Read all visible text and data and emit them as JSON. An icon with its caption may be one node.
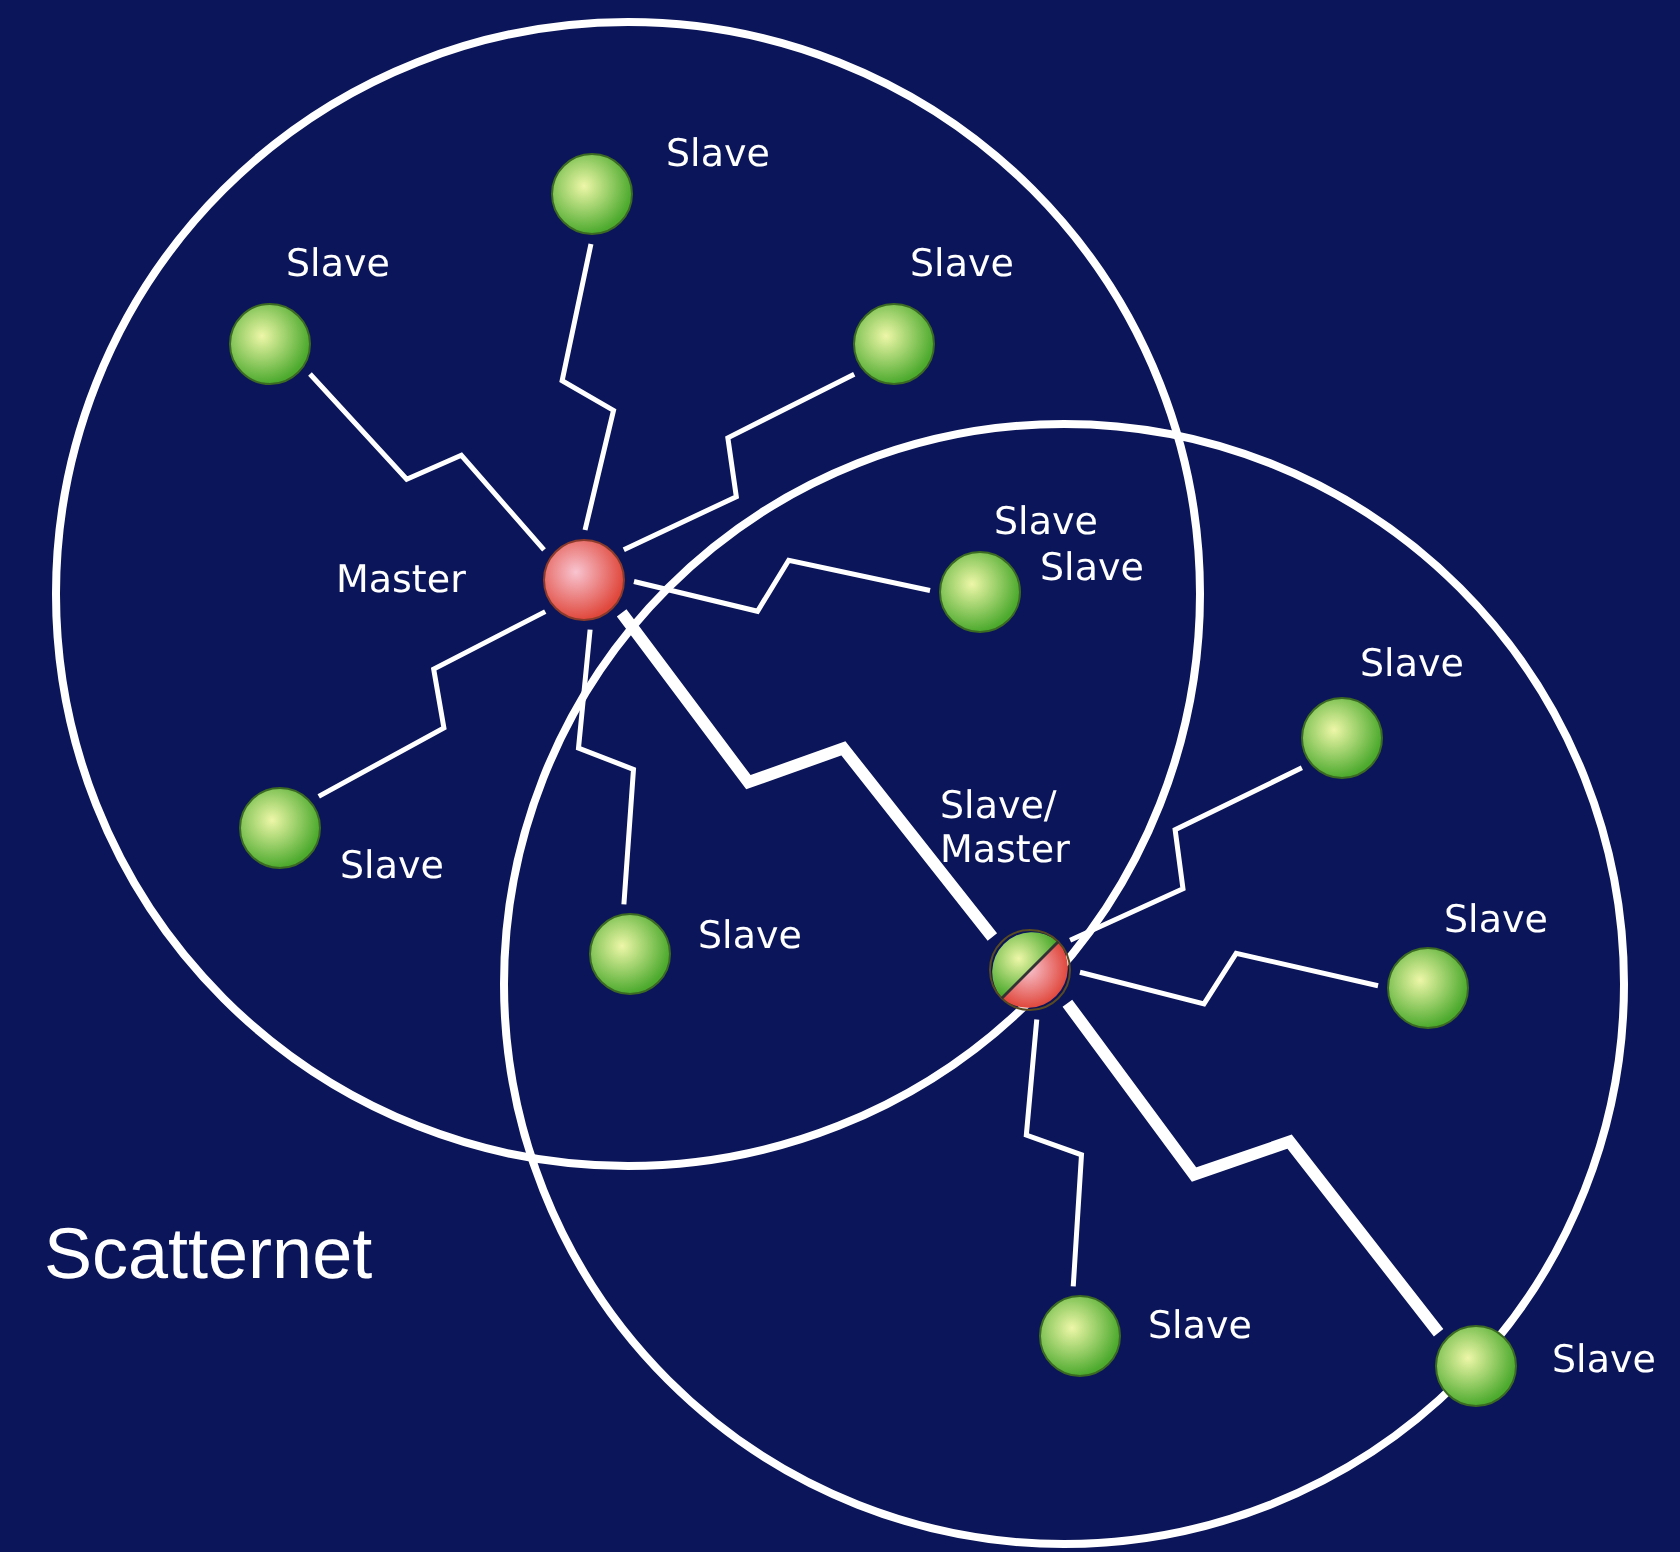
{
  "diagram": {
    "nodes": [
      {
        "text": [
          "Slave"
        ]
      },
      {
        "text": [
          "Slave"
        ]
      },
      {
        "text": [
          "Slave"
        ]
      },
      {
        "text": [
          "Master"
        ]
      },
      {
        "text": [
          "Slave",
          "Slave"
        ]
      },
      {
        "text": [
          "Slave"
        ]
      },
      {
        "text": [
          "Slave"
        ]
      },
      {
        "text": [
          "Slave"
        ]
      },
      {
        "text": [
          "Slave/ Master"
        ]
      },
      {
        "text": [
          "Slave"
        ]
      },
      {
        "text": [
          "Slave"
        ]
      },
      {
        "text": [
          "Slave"
        ]
      }
    ],
    "edges": [
      {
        "from": 3,
        "to": 0,
        "arrow": "none"
      },
      {
        "from": 3,
        "to": 1,
        "arrow": "none"
      },
      {
        "from": 3,
        "to": 2,
        "arrow": "none"
      },
      {
        "from": 3,
        "to": 4,
        "arrow": "none"
      },
      {
        "from": 3,
        "to": 6,
        "arrow": "none"
      },
      {
        "from": 3,
        "to": 7,
        "arrow": "none"
      },
      {
        "from": 3,
        "to": 8,
        "arrow": "none",
        "style": "thick"
      },
      {
        "from": 8,
        "to": 5,
        "arrow": "none"
      },
      {
        "from": 8,
        "to": 9,
        "arrow": "none"
      },
      {
        "from": 8,
        "to": 10,
        "arrow": "none"
      },
      {
        "from": 8,
        "to": 11,
        "arrow": "none",
        "style": "thick"
      }
    ],
    "labels": [
      "Scatternet"
    ]
  }
}
